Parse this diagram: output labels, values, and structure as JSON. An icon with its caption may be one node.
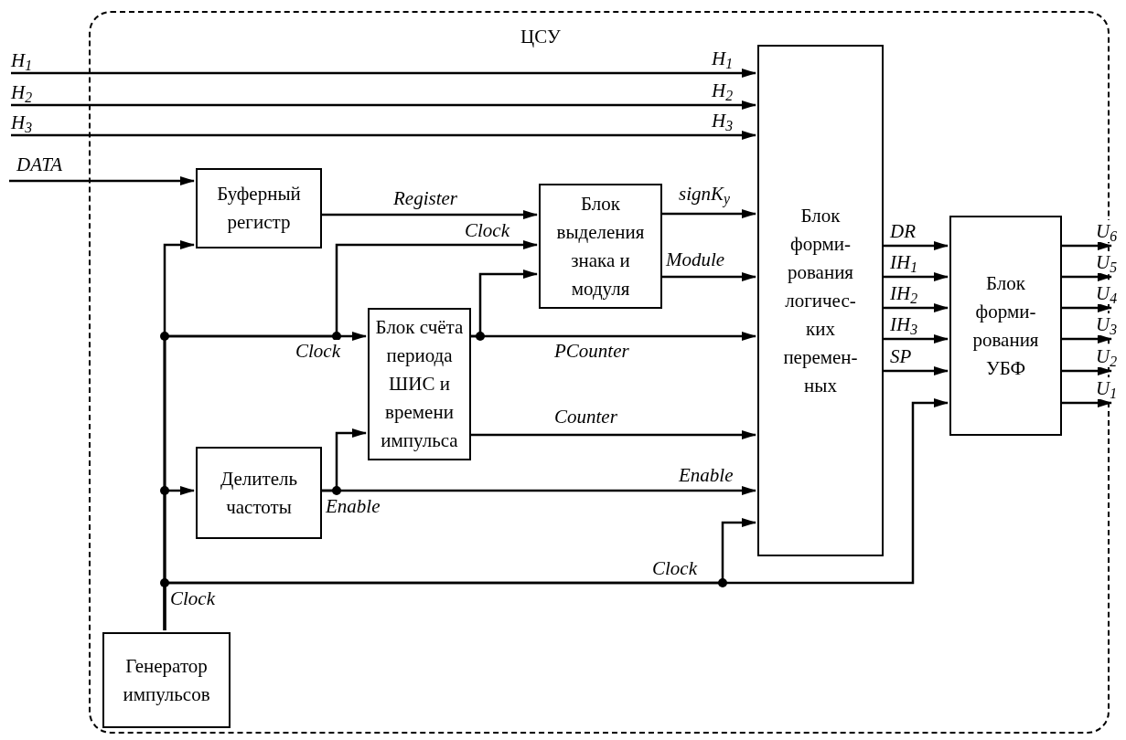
{
  "diagram": {
    "nodes": [
      {
        "text": [
          "ЦСУ"
        ]
      },
      {
        "text": [
          "Буферный регистр"
        ],
        "in": 0
      },
      {
        "text": [
          "Блок выделения знака и модуля"
        ],
        "in": 0
      },
      {
        "text": [
          "Блок счёта периода ШИС и времени импульса"
        ],
        "in": 0
      },
      {
        "text": [
          "Делитель частоты"
        ],
        "in": 0
      },
      {
        "text": [
          "Блок форми- рования логичес- ких перемен- ных"
        ],
        "in": 0
      },
      {
        "text": [
          "Блок форми- рования УБФ"
        ],
        "in": 0
      },
      {
        "text": [
          "Генератор импульсов"
        ],
        "in": 0
      },
      {
        "text": [
          "H$_{1}$"
        ]
      },
      {
        "text": [
          "H$_{2}$"
        ]
      },
      {
        "text": [
          "H$_{3}$"
        ]
      }
    ],
    "edges": [
      {
        "from": 8,
        "to": 5,
        "arrow": "to",
        "label": "H$_{1}$"
      },
      {
        "from": 9,
        "to": 5,
        "arrow": "to",
        "label": "H$_{2}$"
      },
      {
        "from": 10,
        "to": 5,
        "arrow": "to",
        "label": "H$_{3}$"
      },
      {
        "from": null,
        "to": 1,
        "arrow": "to",
        "label": "DATA"
      },
      {
        "from": 1,
        "to": 2,
        "arrow": "to",
        "label": "Register"
      },
      {
        "from": 7,
        "to": 1,
        "arrow": "to"
      },
      {
        "from": 7,
        "to": 2,
        "arrow": "to",
        "label": "Clock"
      },
      {
        "from": 7,
        "to": 3,
        "arrow": "to",
        "label": "Clock"
      },
      {
        "from": 7,
        "to": 4,
        "arrow": "to"
      },
      {
        "from": 7,
        "to": 5,
        "arrow": "to",
        "label": "Clock"
      },
      {
        "from": 7,
        "to": 6,
        "arrow": "to"
      },
      {
        "from": 2,
        "to": 5,
        "arrow": "to",
        "label": "signK$_{y}$"
      },
      {
        "from": 2,
        "to": 5,
        "arrow": "to",
        "label": "Module"
      },
      {
        "from": 3,
        "to": 5,
        "arrow": "to",
        "label": "PCounter"
      },
      {
        "from": 3,
        "to": 2,
        "arrow": "to"
      },
      {
        "from": 3,
        "to": 5,
        "arrow": "to",
        "label": "Counter"
      },
      {
        "from": 4,
        "to": 3,
        "arrow": "to"
      },
      {
        "from": 4,
        "to": 5,
        "arrow": "to",
        "label": "Enable"
      },
      {
        "from": 5,
        "to": 6,
        "arrow": "to",
        "label": "DR"
      },
      {
        "from": 5,
        "to": 6,
        "arrow": "to",
        "label": "IH$_{1}$"
      },
      {
        "from": 5,
        "to": 6,
        "arrow": "to",
        "label": "IH$_{2}$"
      },
      {
        "from": 5,
        "to": 6,
        "arrow": "to",
        "label": "IH$_{3}$"
      },
      {
        "from": 5,
        "to": 6,
        "arrow": "to",
        "label": "SP"
      },
      {
        "from": 6,
        "to": null,
        "arrow": "to",
        "label": "U$_{6}$"
      },
      {
        "from": 6,
        "to": null,
        "arrow": "to",
        "label": "U$_{5}$"
      },
      {
        "from": 6,
        "to": null,
        "arrow": "to",
        "label": "U$_{4}$"
      },
      {
        "from": 6,
        "to": null,
        "arrow": "to",
        "label": "U$_{3}$"
      },
      {
        "from": 6,
        "to": null,
        "arrow": "to",
        "label": "U$_{2}$"
      },
      {
        "from": 6,
        "to": null,
        "arrow": "to",
        "label": "U$_{1}$"
      }
    ],
    "labels": [
      "Enable",
      "Clock"
    ]
  }
}
